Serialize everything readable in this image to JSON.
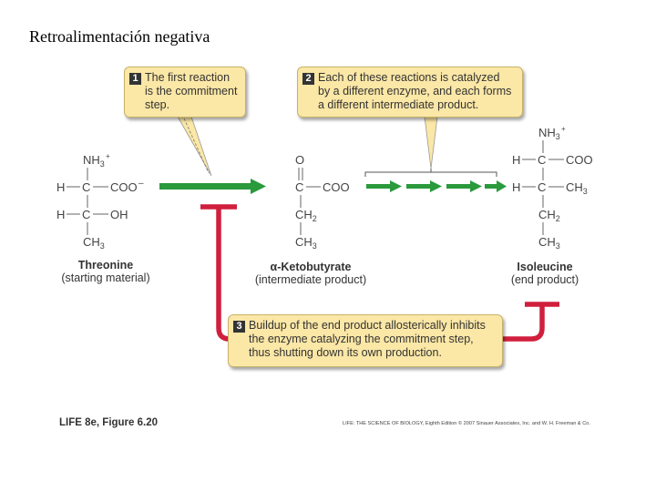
{
  "title": "Retroalimentación negativa",
  "callouts": [
    {
      "number": "1",
      "text": "The first reaction is the commitment step."
    },
    {
      "number": "2",
      "text": "Each of these reactions is catalyzed by a different enzyme, and each forms a different intermediate product."
    },
    {
      "number": "3",
      "text": "Buildup of the end product allosterically inhibits the enzyme catalyzing the commitment step, thus shutting down its own production."
    }
  ],
  "molecules": {
    "threonine": {
      "name": "Threonine",
      "role": "(starting material)",
      "atoms": {
        "nh3": "NH3",
        "h1": "H",
        "c1": "C",
        "coo": "COO",
        "h2": "H",
        "c2": "C",
        "oh": "OH",
        "ch3": "CH3"
      }
    },
    "ketobutyrate": {
      "name": "α-Ketobutyrate",
      "role": "(intermediate product)",
      "atoms": {
        "o": "O",
        "c1": "C",
        "coo": "COO",
        "ch2": "CH2",
        "ch3": "CH3"
      }
    },
    "isoleucine": {
      "name": "Isoleucine",
      "role": "(end product)",
      "atoms": {
        "nh3": "NH3",
        "h1": "H",
        "c1": "C",
        "coo": "COO",
        "h2": "H",
        "c2": "C",
        "ch3a": "CH3",
        "ch2": "CH2",
        "ch3b": "CH3"
      }
    }
  },
  "footer": {
    "left": "LIFE 8e, Figure 6.20",
    "right": "LIFE: THE SCIENCE OF BIOLOGY, Eighth Edition © 2007 Sinauer Associates, Inc. and W. H. Freeman & Co."
  },
  "colors": {
    "arrow_green": "#2a9a3c",
    "inhibit_red": "#d01f3c",
    "callout_fill": "#fbe7a6"
  }
}
